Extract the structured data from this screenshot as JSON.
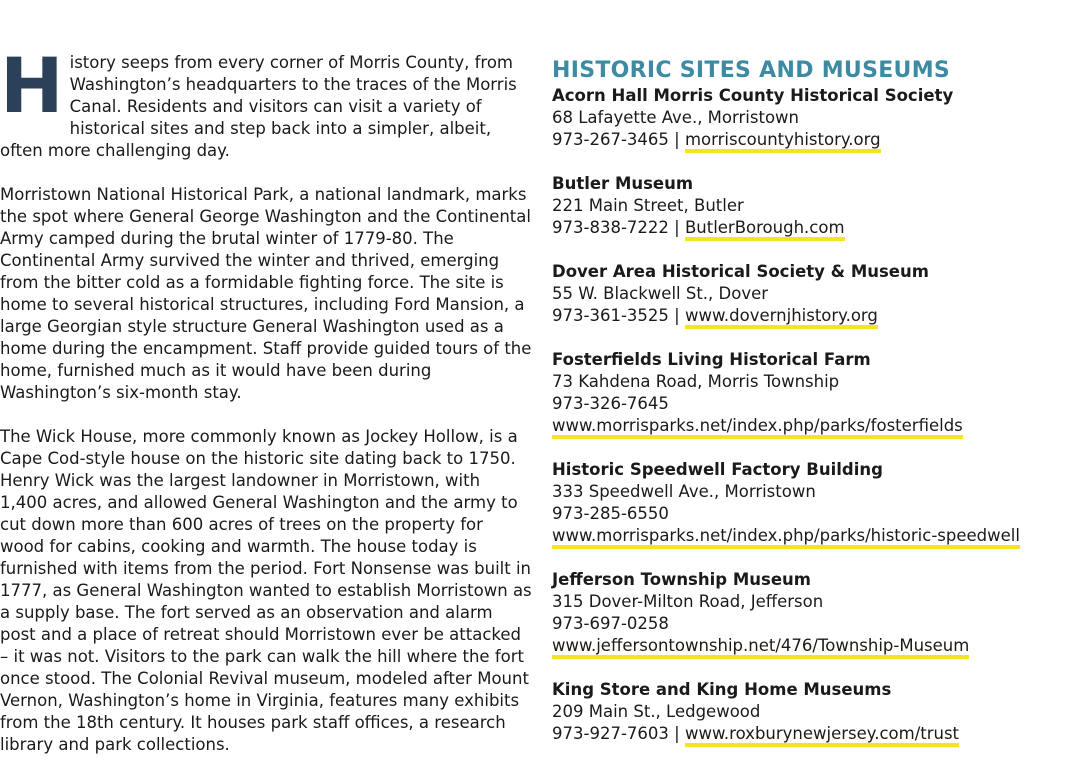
{
  "article": {
    "drop_cap": "H",
    "paragraph_1_rest": "istory seeps from every corner of Morris County, from Washington’s headquarters to the traces of the Morris Canal. Residents and visitors can visit a variety of historical sites and step back into a simpler, albeit, often more challenging day.",
    "paragraph_2": "Morristown National Historical Park, a national landmark, marks the spot where General George Washington and the Continental Army camped during the brutal winter of 1779-80. The Continental Army survived the winter and thrived, emerging from the bitter cold as a formidable fighting force. The site is home to several historical structures, including Ford Mansion, a large Georgian style structure General Washington used as a home during the encampment. Staff provide guided tours of the home, furnished much as it would have been during Washington’s six-month stay.",
    "paragraph_3": "The Wick House, more commonly known as Jockey Hollow, is a Cape Cod-style house on the historic site dating back to 1750. Henry Wick was the largest landowner in Morristown, with 1,400 acres, and allowed General Washington and the army to cut down more than 600 acres of trees on the property for wood for cabins, cooking and warmth. The house today is furnished with items from the period. Fort Nonsense was built in 1777, as General Washington wanted to establish Morristown as a supply base. The fort served as an observation and alarm post and a place of retreat should Morristown ever be attacked – it was not. Visitors to the park can walk the hill where the fort once stood. The Colonial Revival museum, modeled after Mount Vernon, Washington’s home in Virginia, features many exhibits from the 18th century. It houses park staff offices, a research library and park collections."
  },
  "sidebar": {
    "heading": "HISTORIC SITES AND MUSEUMS",
    "separator": " | ",
    "sites": [
      {
        "name": "Acorn Hall Morris County Historical Society",
        "address": "68 Lafayette Ave., Morristown",
        "phone": "973-267-3465",
        "url": "morriscountyhistory.org"
      },
      {
        "name": "Butler Museum",
        "address": "221 Main Street, Butler",
        "phone": "973-838-7222",
        "url": "ButlerBorough.com"
      },
      {
        "name": "Dover Area Historical Society & Museum",
        "address": "55 W. Blackwell St., Dover",
        "phone": "973-361-3525",
        "url": "www.dovernjhistory.org"
      },
      {
        "name": "Fosterfields Living Historical Farm",
        "address": "73 Kahdena Road, Morris Township",
        "phone": "973-326-7645",
        "url": "www.morrisparks.net/index.php/parks/fosterfields"
      },
      {
        "name": "Historic Speedwell Factory Building",
        "address": "333 Speedwell Ave., Morristown",
        "phone": "973-285-6550",
        "url": "www.morrisparks.net/index.php/parks/historic-speedwell"
      },
      {
        "name": "Jefferson Township Museum",
        "address": "315 Dover-Milton Road, Jefferson",
        "phone": "973-697-0258",
        "url": "www.jeffersontownship.net/476/Township-Museum"
      },
      {
        "name": "King Store and King Home Museums",
        "address": "209 Main St., Ledgewood",
        "phone": "973-927-7603",
        "url": "www.roxburynewjersey.com/trust"
      }
    ]
  },
  "colors": {
    "drop_cap": "#2c4159",
    "heading": "#3d8aa3",
    "link_highlight": "#f5e324"
  }
}
